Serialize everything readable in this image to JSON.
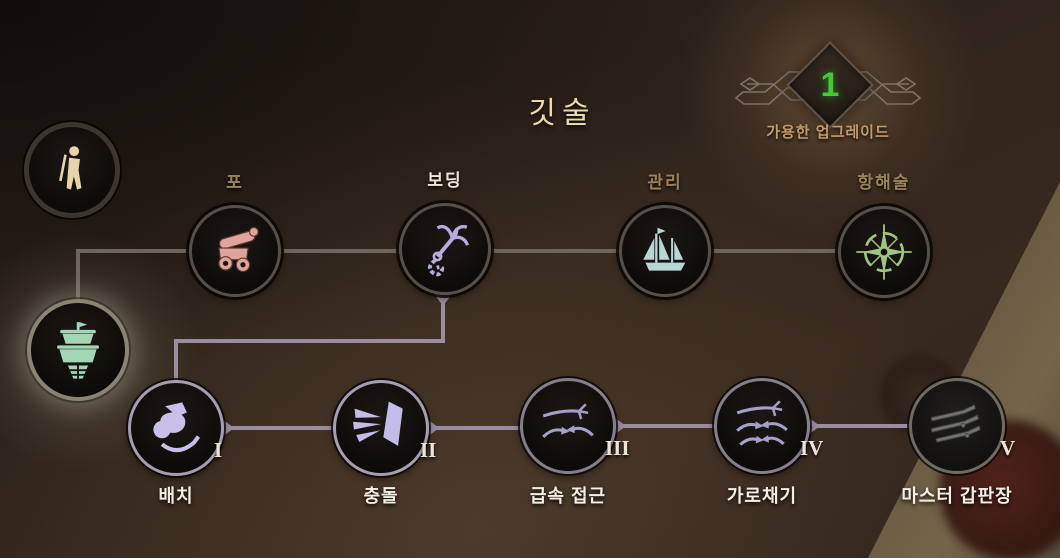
{
  "title": "깃술",
  "upgrades": {
    "count": "1",
    "label": "가용한 업그레이드",
    "count_color": "#45c838"
  },
  "tabs": {
    "player": {
      "icon": "pirate-icon",
      "color": "#e6d5a8"
    },
    "ship": {
      "icon": "ship-front-icon",
      "color": "#a3d6b4",
      "selected": true
    }
  },
  "categories": [
    {
      "label": "포",
      "icon": "cannon-icon",
      "color": "#dfa49b",
      "state": "inactive"
    },
    {
      "label": "보딩",
      "icon": "grappling-hook-icon",
      "color": "#b7abe0",
      "state": "selected"
    },
    {
      "label": "관리",
      "icon": "ship-side-icon",
      "color": "#b9d6d6",
      "state": "inactive"
    },
    {
      "label": "항해술",
      "icon": "compass-icon",
      "color": "#9fc485",
      "state": "inactive"
    }
  ],
  "skills": [
    {
      "numeral": "I",
      "label": "배치",
      "icon": "boarding-figure-icon",
      "state": "unlocked"
    },
    {
      "numeral": "II",
      "label": "충돌",
      "icon": "ram-arrows-icon",
      "state": "unlocked"
    },
    {
      "numeral": "III",
      "label": "급속 접근",
      "icon": "grapple-approach-icon",
      "state": "available"
    },
    {
      "numeral": "IV",
      "label": "가로채기",
      "icon": "grapple-intercept-icon",
      "state": "available"
    },
    {
      "numeral": "V",
      "label": "마스터 갑판장",
      "icon": "muskets-icon",
      "state": "locked"
    }
  ],
  "connector_color": "#9a8da0"
}
